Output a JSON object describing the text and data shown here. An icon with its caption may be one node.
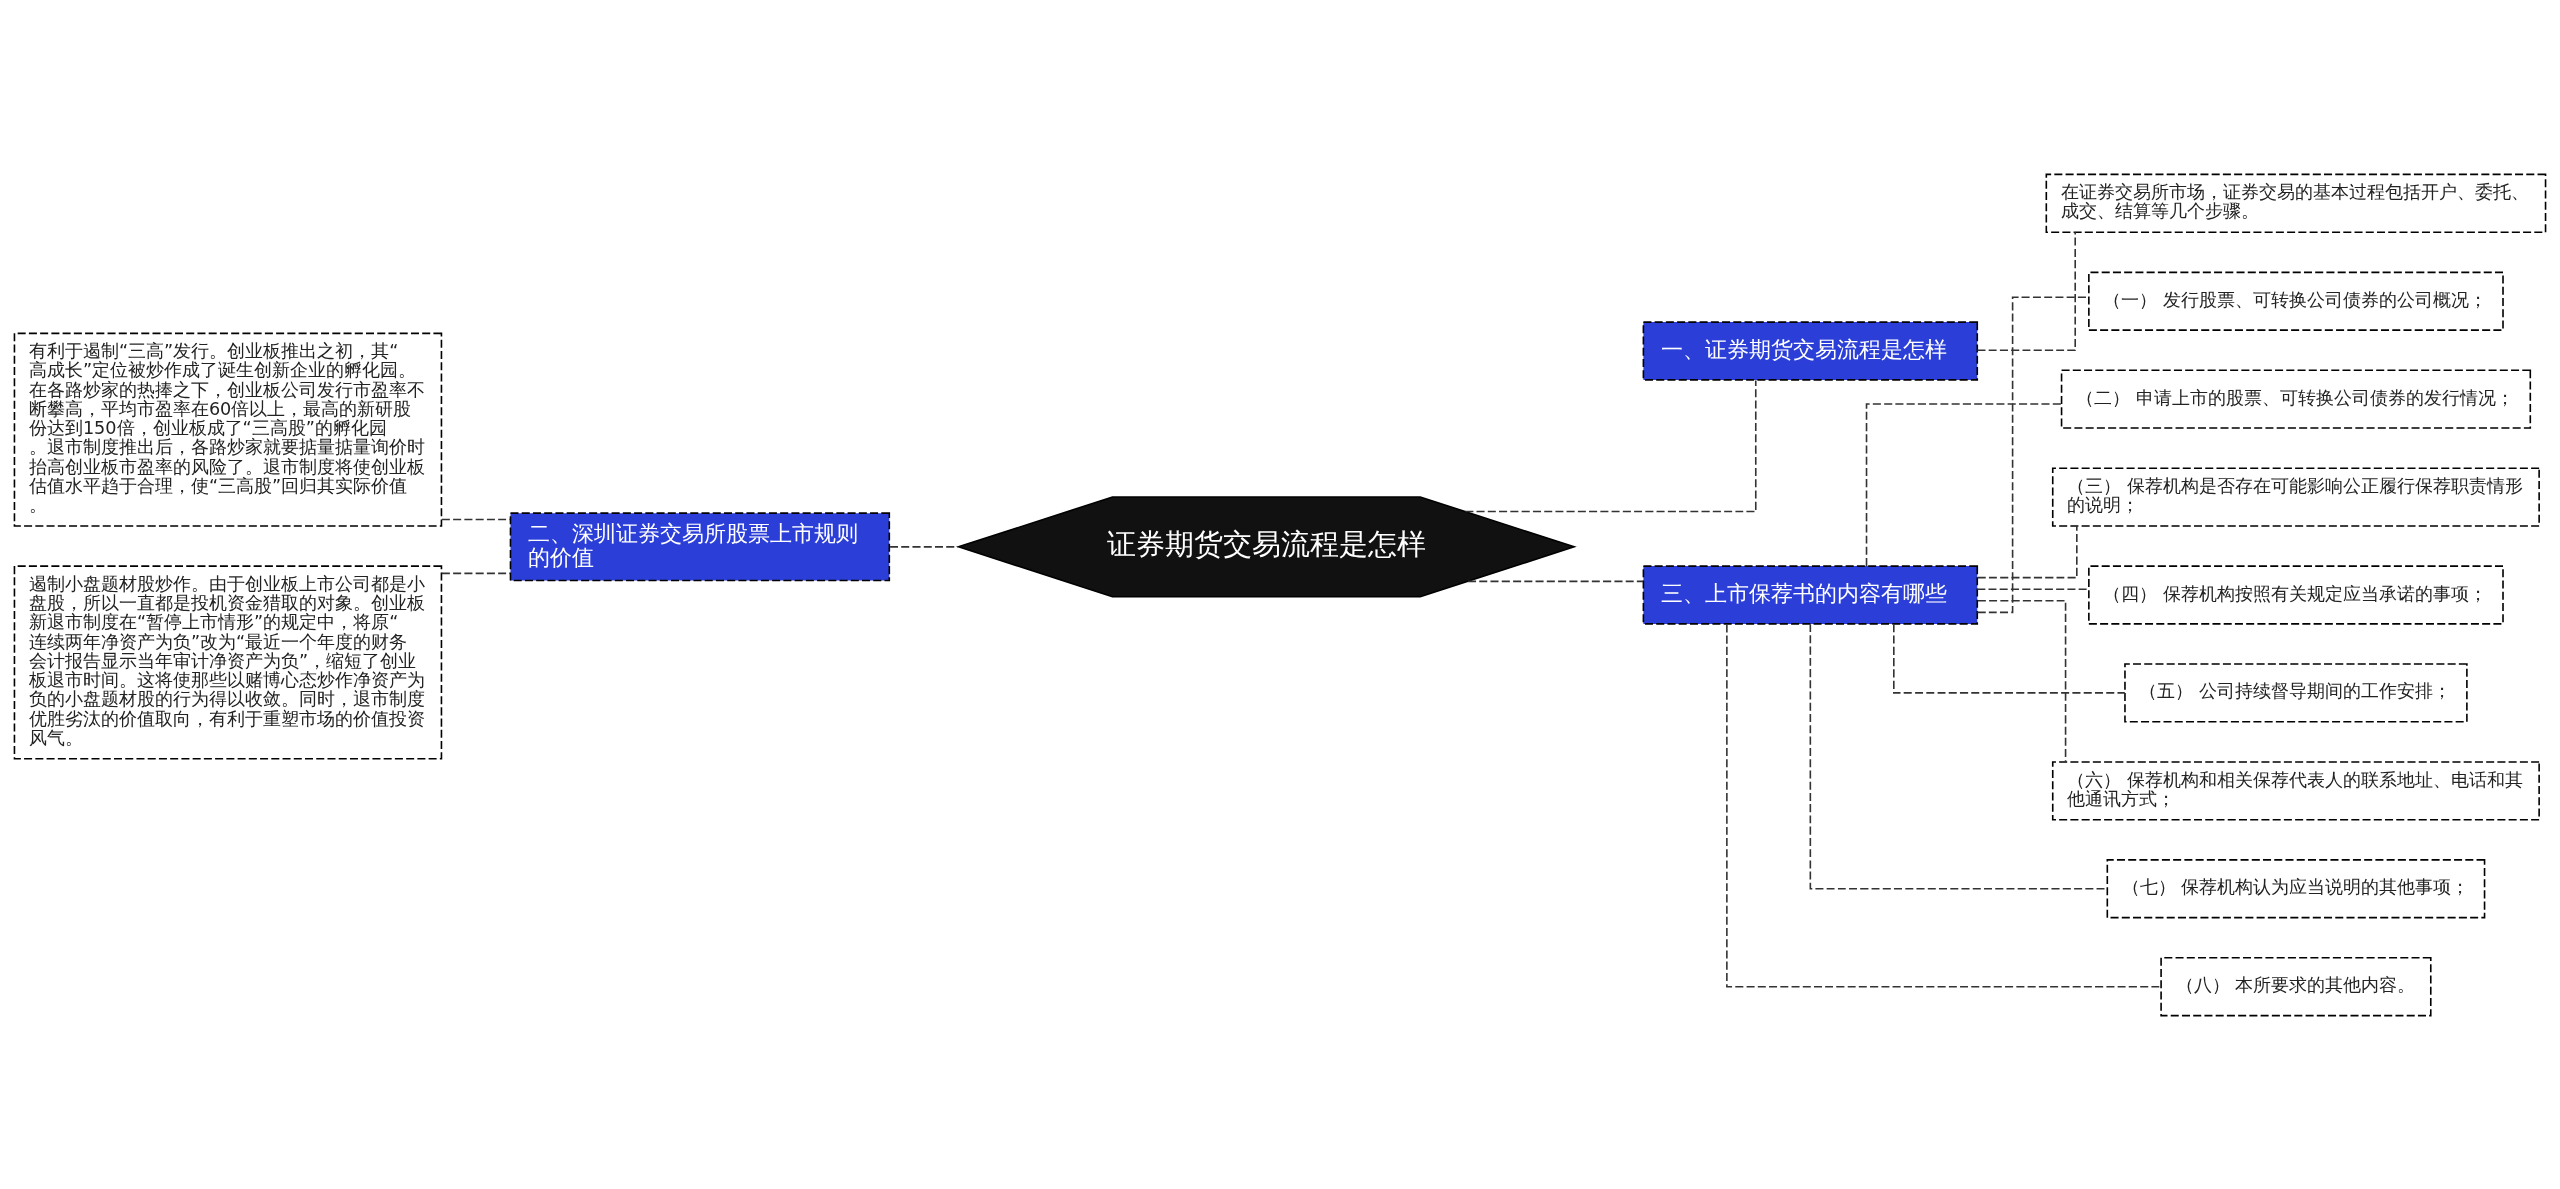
{
  "diagram": {
    "nodes": [
      {
        "text": [
          "证券期货交易流程是怎样"
        ]
      },
      {
        "text": [
          "一、证券期货交易流程是怎样"
        ]
      },
      {
        "text": [
          "在证券交易所市场，证券交易的基本过程包括开户、委托、成交、结算等几个步骤。"
        ]
      },
      {
        "text": [
          "二、深圳证券交易所股票上市规则的价值"
        ]
      },
      {
        "text": [
          "有利于遏制“三高”发行。创业板推出之初，其“高成长”定位被炒作成了诞生创新企业的孵化园。在各路炒家的热捧之下，创业板公司发行市盈率不断攀高，平均市盈率在60倍以上，最高的新研股份达到150倍，创业板成了“三高股”的孵化园。退市制度推出后，各路炒家就要掂量掂量询价时抬高创业板市盈率的风险了。退市制度将使创业板估值水平趋于合理，使“三高股”回归其实际价值。"
        ]
      },
      {
        "text": [
          "遏制小盘题材股炒作。由于创业板上市公司都是小盘股，所以一直都是投机资金猎取的对象。创业板新退市制度在“暂停上市情形”的规定中，将原“连续两年净资产为负”改为“最近一个年度的财务会计报告显示当年审计净资产为负”，缩短了创业板退市时间。这将使那些以赌博心态炒作净资产为负的小盘题材股的行为得以收敛。同时，退市制度优胜劣汰的价值取向，有利于重塑市场的价值投资风气。"
        ]
      },
      {
        "text": [
          "三、上市保荐书的内容有哪些"
        ]
      },
      {
        "text": [
          "（一） 发行股票、可转换公司债券的公司概况；"
        ]
      },
      {
        "text": [
          "（二） 申请上市的股票、可转换公司债券的发行情况；"
        ]
      },
      {
        "text": [
          "（三） 保荐机构是否存在可能影响公正履行保荐职责情形的说明；"
        ]
      },
      {
        "text": [
          "（四） 保荐机构按照有关规定应当承诺的事项；"
        ]
      },
      {
        "text": [
          "（五） 公司持续督导期间的工作安排；"
        ]
      },
      {
        "text": [
          "（六） 保荐机构和相关保荐代表人的联系地址、电话和其他通讯方式；"
        ]
      },
      {
        "text": [
          "（七） 保荐机构认为应当说明的其他事项；"
        ]
      },
      {
        "text": [
          "（八） 本所要求的其他内容。"
        ]
      }
    ],
    "edges": [
      {
        "from": 0,
        "to": 1,
        "arrow": "none"
      },
      {
        "from": 1,
        "to": 2,
        "arrow": "none"
      },
      {
        "from": 0,
        "to": 3,
        "arrow": "none"
      },
      {
        "from": 3,
        "to": 4,
        "arrow": "none"
      },
      {
        "from": 3,
        "to": 5,
        "arrow": "none"
      },
      {
        "from": 0,
        "to": 6,
        "arrow": "none"
      },
      {
        "from": 6,
        "to": 7,
        "arrow": "none"
      },
      {
        "from": 6,
        "to": 8,
        "arrow": "none"
      },
      {
        "from": 6,
        "to": 9,
        "arrow": "none"
      },
      {
        "from": 6,
        "to": 10,
        "arrow": "none"
      },
      {
        "from": 6,
        "to": 11,
        "arrow": "none"
      },
      {
        "from": 6,
        "to": 12,
        "arrow": "none"
      },
      {
        "from": 6,
        "to": 13,
        "arrow": "none"
      },
      {
        "from": 6,
        "to": 14,
        "arrow": "none"
      }
    ]
  }
}
